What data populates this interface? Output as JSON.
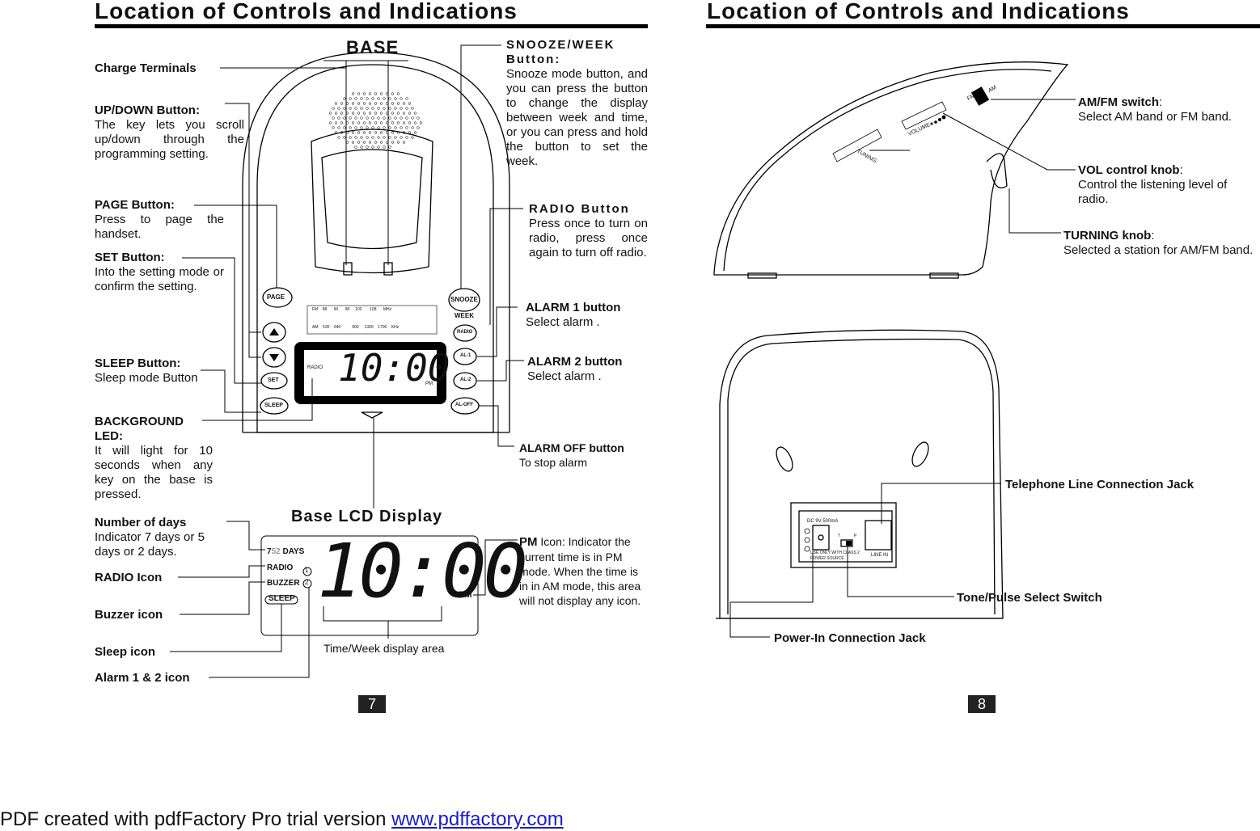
{
  "page7": {
    "title": "Location of Controls and Indications",
    "base_label": "BASE",
    "lcd_title": "Base LCD Display",
    "page_number": "7",
    "left": {
      "charge_terminals": "Charge Terminals",
      "updown_title": "UP/DOWN Button:",
      "updown_desc": "The key lets you scroll up/down through the programming setting.",
      "page_title": "PAGE Button:",
      "page_desc": "Press to page the handset.",
      "set_title": "SET Button:",
      "set_desc": "Into the setting mode or confirm the setting.",
      "sleep_title": "SLEEP Button:",
      "sleep_desc": "Sleep mode Button",
      "bgled_title": "BACKGROUND LED:",
      "bgled_desc": "It will light for 10 seconds when any key on the base is pressed.",
      "days_title": "Number of days",
      "days_desc": "Indicator 7 days or 5 days or 2 days.",
      "radio_icon": "RADIO Icon",
      "buzzer_icon": "Buzzer icon",
      "sleep_icon": "Sleep icon",
      "alarm_icon": "Alarm 1 & 2 icon"
    },
    "right": {
      "snooze_title": "SNOOZE/WEEK Button:",
      "snooze_desc": "Snooze mode button, and you can press the button to change the display between week and time, or you can press and hold the button to set the week.",
      "radio_title": "RADIO Button",
      "radio_desc": "Press once to turn on radio, press once again to turn off radio.",
      "al1_title": "ALARM 1 button",
      "al1_desc": "Select alarm .",
      "al2_title": "ALARM 2 button",
      "al2_desc": "Select alarm .",
      "aloff_title": "ALARM OFF button",
      "aloff_desc": "To stop alarm",
      "pm_title": "PM",
      "pm_desc": "Icon: Indicator the current time is in PM mode. When the time is in in AM mode, this area will not display any icon.",
      "time_area": "Time/Week display area"
    },
    "device": {
      "btn_page": "PAGE",
      "btn_set": "SET",
      "btn_sleep": "SLEEP",
      "btn_snooze": "SNOOZE",
      "week": "WEEK",
      "btn_radio": "RADIO",
      "btn_al1": "AL-1",
      "btn_al2": "AL-2",
      "btn_aloff": "AL-OFF",
      "fm_scale": "FM    88      90      98     103       108      MHz",
      "am_scale": "AM    530    640          900     1300    1700    KHz",
      "lcd_small_radio": "RADIO",
      "lcd_small_time": "10:00",
      "lcd_small_pm": "PM"
    },
    "lcd_big": {
      "days_7": "7",
      "days_52": "52",
      "days_label": "DAYS",
      "radio": "RADIO",
      "buzzer": "BUZZER",
      "sleep": "SLEEP",
      "al_1": "1",
      "al_2": "2",
      "time": "10:00",
      "pm": "PM"
    }
  },
  "page8": {
    "title": "Location of Controls and Indications",
    "page_number": "8",
    "amfm_title": "AM/FM switch",
    "amfm_desc": "Select AM band or FM band.",
    "vol_title": "VOL control knob",
    "vol_desc": "Control the listening level of radio.",
    "tuning_title": "TURNING knob",
    "tuning_desc": "Selected a station for AM/FM band.",
    "side_fm": "FM",
    "side_am": "AM",
    "side_volume": "VOLUME",
    "side_tuning": "TUNING",
    "tel_jack": "Telephone Line Connection Jack",
    "tone_switch": "Tone/Pulse Select Switch",
    "power_jack": "Power-In Connection Jack",
    "panel_dc": "DC 9V 500mA",
    "panel_use": "USE ONLY WITH CLASS 2",
    "panel_power": "POWER SOURCE",
    "panel_t": "T",
    "panel_p": "P",
    "panel_line": "LINE IN"
  },
  "footer": {
    "text": "PDF created with pdfFactory Pro trial version ",
    "link": "www.pdffactory.com"
  }
}
